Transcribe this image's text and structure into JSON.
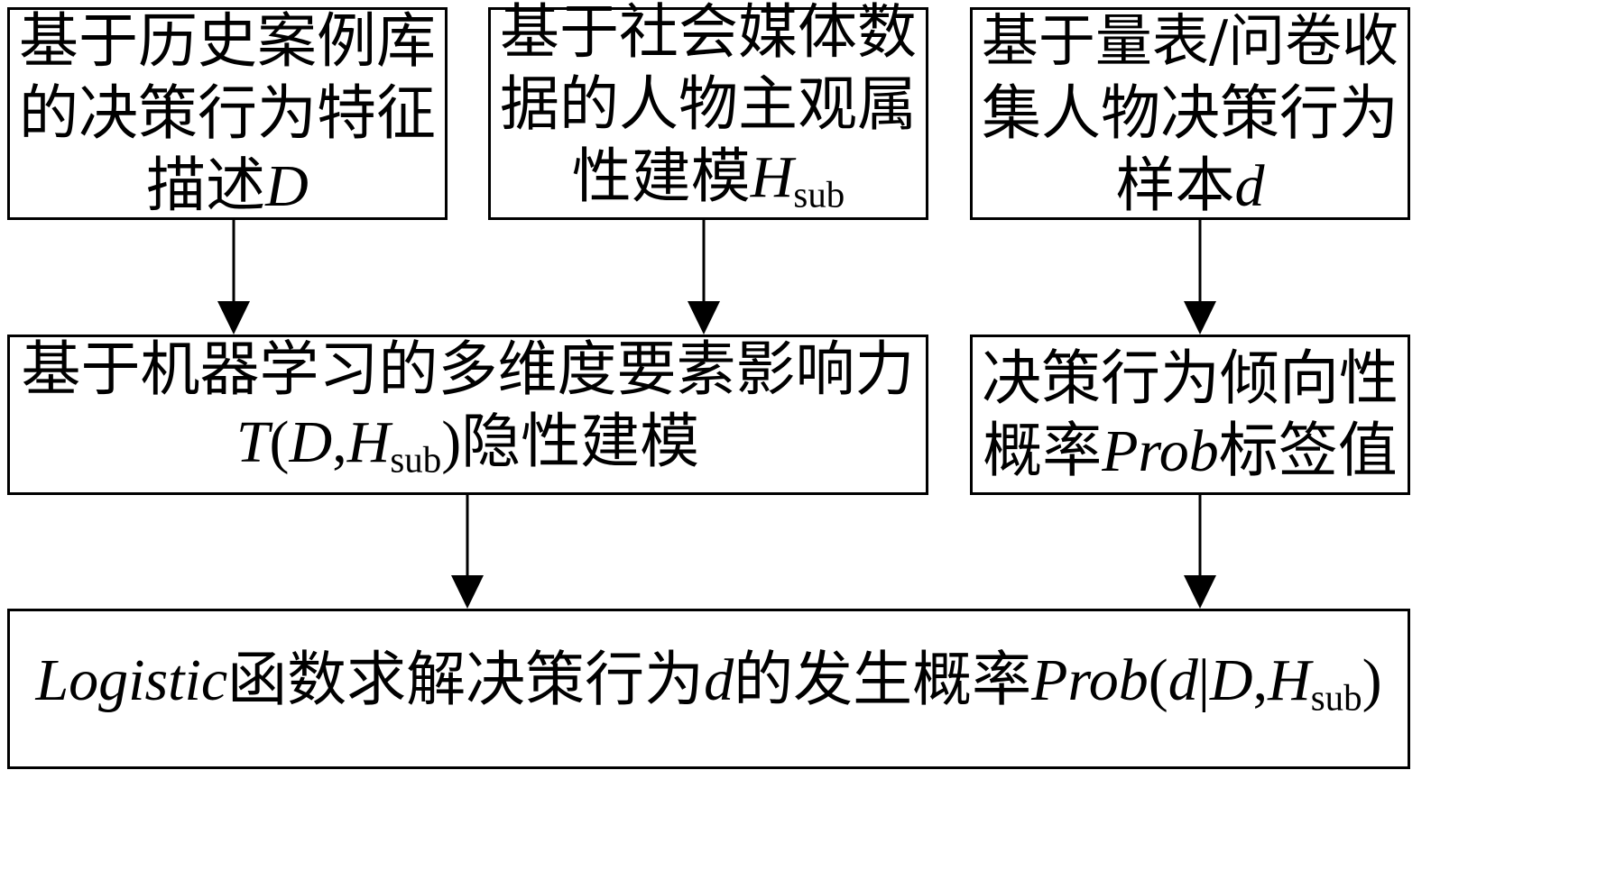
{
  "boxes": {
    "history": {
      "line1": "基于历史案例库",
      "line2": "的决策行为特征",
      "line3_text": "描述",
      "line3_var": "D"
    },
    "social": {
      "line1": "基于社会媒体数",
      "line2": "据的人物主观属",
      "line3_text": "性建模",
      "line3_var": "H",
      "line3_sub": "sub"
    },
    "survey": {
      "line1": "基于量表/问卷收",
      "line2": "集人物决策行为",
      "line3_text": "样本",
      "line3_var": "d"
    },
    "ml": {
      "line1": "基于机器学习的多维度要素影响力",
      "line2_T": "T",
      "line2_paren_open": "(",
      "line2_D": "D",
      "line2_comma": ",",
      "line2_H": "H",
      "line2_sub": "sub",
      "line2_paren_close": ")",
      "line2_text": "隐性建模"
    },
    "prob": {
      "line1": "决策行为倾向性",
      "line2_pre": "概率",
      "line2_var": "Prob",
      "line2_post": "标签值"
    },
    "logistic": {
      "var_logistic": "Logistic",
      "text1": "函数求解决策行为",
      "var_d": "d",
      "text2": "的发生概率",
      "var_prob": "Prob",
      "paren_open": "(",
      "var_d2": "d",
      "bar": "|",
      "var_D": "D",
      "comma": ",",
      "var_H": "H",
      "sub": "sub",
      "paren_close": ")"
    }
  }
}
